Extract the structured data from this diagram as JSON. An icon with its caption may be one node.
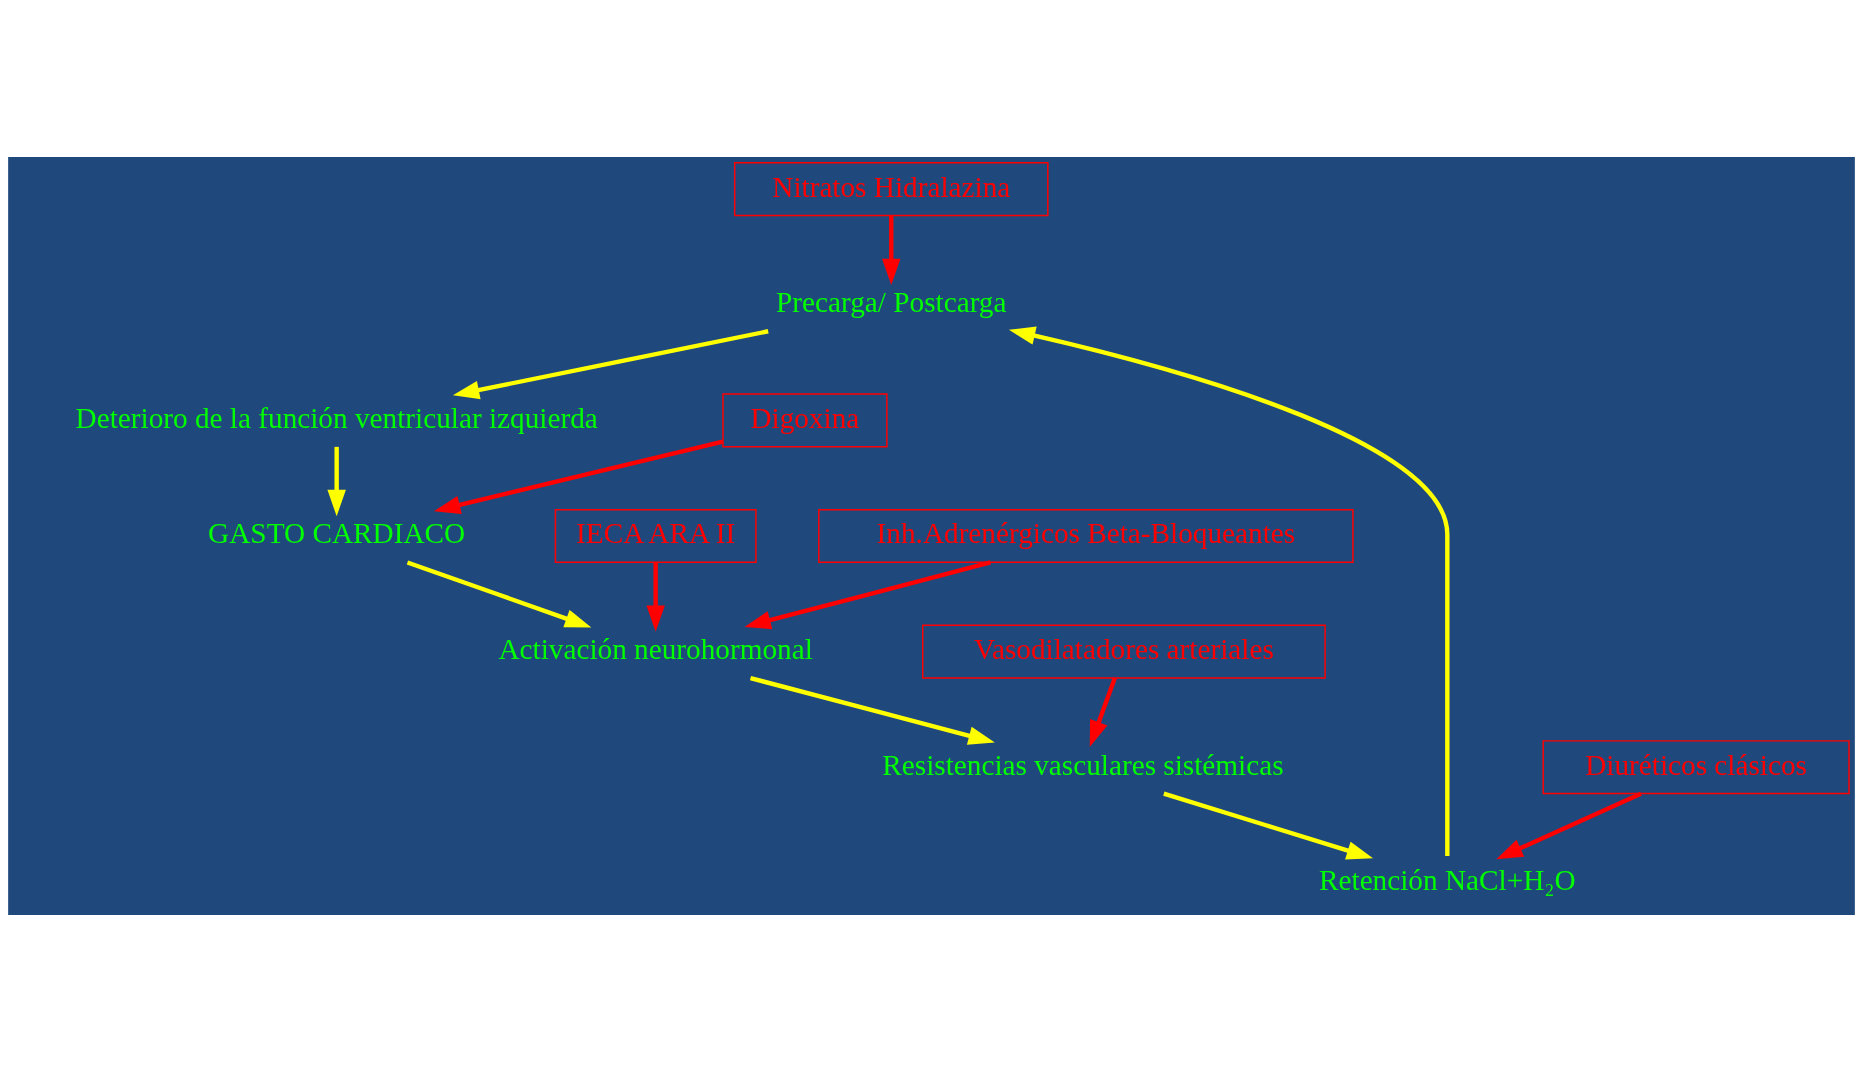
{
  "diagram": {
    "nodes": [
      {
        "text": [
          "Nitratos Hidralazina"
        ]
      },
      {
        "text": [
          "Deterioro de la función ventricular izquierda"
        ]
      },
      {
        "text": [
          "Digoxina"
        ]
      },
      {
        "text": [
          "Precarga/ Postcarga"
        ]
      },
      {
        "text": [
          "GASTO CARDIACO"
        ]
      },
      {
        "text": [
          "IECA ARA II"
        ]
      },
      {
        "text": [
          "Retención NaCl+H₂O"
        ]
      },
      {
        "text": [
          "Activación neurohormonal"
        ]
      },
      {
        "text": [
          "Diuréticos clásicos"
        ]
      },
      {
        "text": [
          "Resistencias vasculares sistémicas"
        ]
      },
      {
        "text": [
          "Inh.Adrenérgicos Beta-Bloqueantes"
        ]
      },
      {
        "text": [
          "Vasodilatadores arteriales"
        ]
      }
    ],
    "edges": [
      {
        "from": 3,
        "to": 1,
        "arrow": "to",
        "color": "#ffff00"
      },
      {
        "from": 1,
        "to": 4,
        "arrow": "to",
        "color": "#ffff00"
      },
      {
        "from": 4,
        "to": 7,
        "arrow": "to",
        "color": "#ffff00"
      },
      {
        "from": 7,
        "to": 9,
        "arrow": "to",
        "color": "#ffff00"
      },
      {
        "from": 9,
        "to": 6,
        "arrow": "to",
        "color": "#ffff00"
      },
      {
        "from": 6,
        "to": 3,
        "arrow": "to",
        "color": "#ffff00"
      },
      {
        "from": 0,
        "to": 3,
        "arrow": "to",
        "color": "#ff0000"
      },
      {
        "from": 2,
        "to": 4,
        "arrow": "to",
        "color": "#ff0000"
      },
      {
        "from": 5,
        "to": 7,
        "arrow": "to",
        "color": "#ff0000"
      },
      {
        "from": 8,
        "to": 6,
        "arrow": "to",
        "color": "#ff0000"
      },
      {
        "from": 10,
        "to": 7,
        "arrow": "to",
        "color": "#ff0000"
      },
      {
        "from": 11,
        "to": 9,
        "arrow": "to",
        "color": "#ff0000"
      }
    ]
  }
}
